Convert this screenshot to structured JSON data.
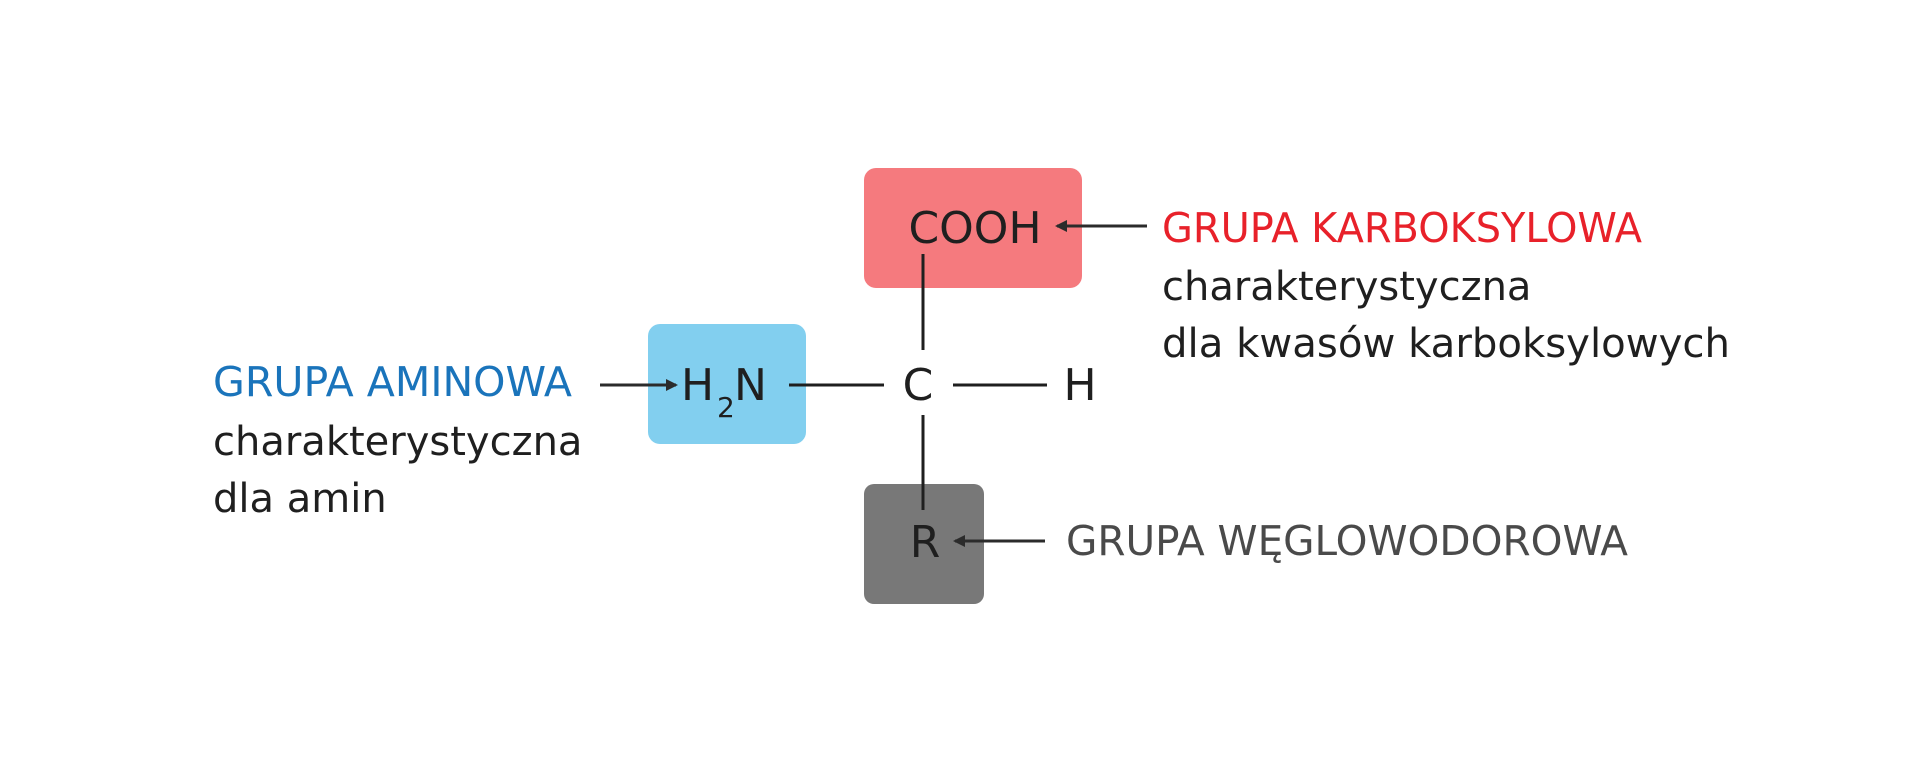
{
  "colors": {
    "amino_box": "#82cfef",
    "carboxyl_box": "#f57a7e",
    "r_box": "#787878",
    "amino_heading": "#1a74bb",
    "carboxyl_heading": "#e8212a",
    "hydrocarbon_heading": "#4a4a4a",
    "text": "#1f1f1f"
  },
  "molecule": {
    "carboxyl": "COOH",
    "amino_h": "H",
    "amino_sub": "2",
    "amino_n": "N",
    "carbon": "C",
    "hydrogen": "H",
    "r_group": "R"
  },
  "labels": {
    "amino": {
      "title": "GRUPA AMINOWA",
      "line1": "charakterystyczna",
      "line2": "dla amin"
    },
    "carboxyl": {
      "title": "GRUPA KARBOKSYLOWA",
      "line1": "charakterystyczna",
      "line2": "dla kwasów karboksylowych"
    },
    "hydrocarbon": {
      "title": "GRUPA WĘGLOWODOROWA"
    }
  }
}
